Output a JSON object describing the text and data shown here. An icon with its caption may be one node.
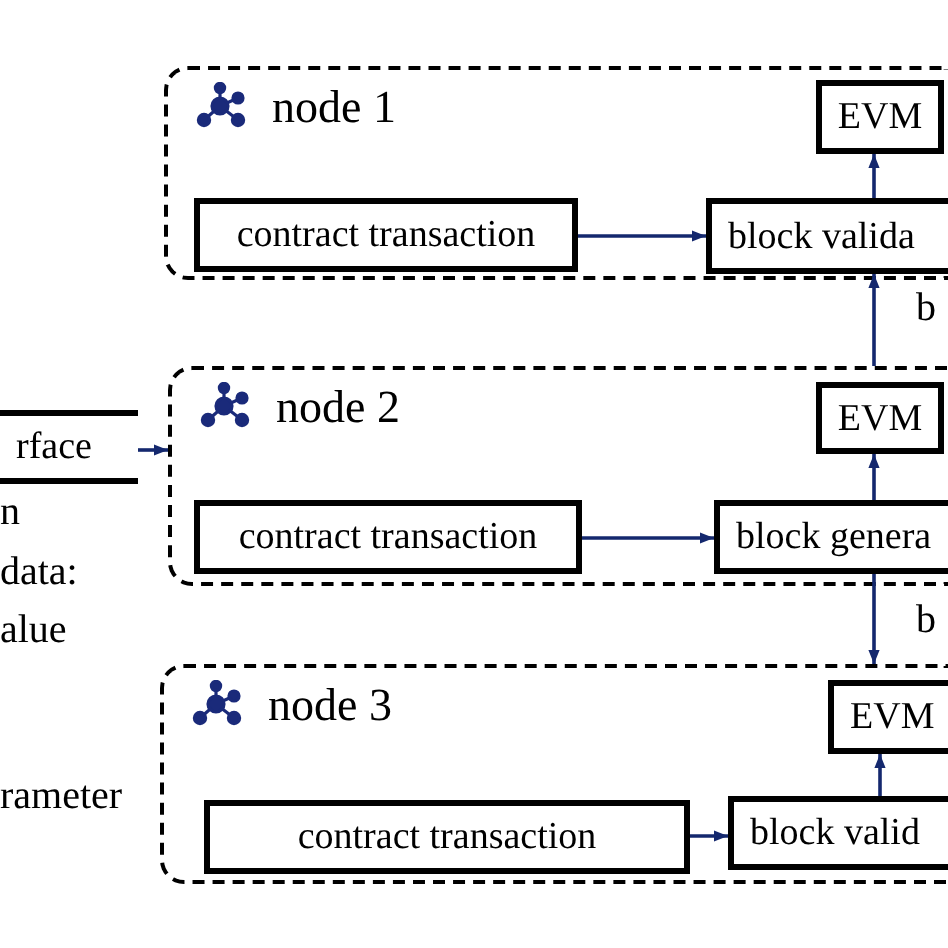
{
  "diagram": {
    "nodes": [
      {
        "text": [
          "node 1"
        ]
      },
      {
        "text": [
          "EVM"
        ],
        "in": 0
      },
      {
        "text": [
          "contract transaction"
        ],
        "in": 0
      },
      {
        "text": [
          "block valida"
        ],
        "in": 0
      },
      {
        "text": [
          "node 2"
        ]
      },
      {
        "text": [
          "EVM"
        ],
        "in": 4
      },
      {
        "text": [
          "contract transaction"
        ],
        "in": 4
      },
      {
        "text": [
          "block genera"
        ],
        "in": 4
      },
      {
        "text": [
          "node 3"
        ]
      },
      {
        "text": [
          "EVM"
        ],
        "in": 8
      },
      {
        "text": [
          "contract transaction"
        ],
        "in": 8
      },
      {
        "text": [
          "block valid"
        ],
        "in": 8
      },
      {
        "text": [
          "rface"
        ]
      }
    ],
    "edges": [
      {
        "from": 2,
        "to": 3,
        "arrow": "to"
      },
      {
        "from": 3,
        "to": 1,
        "arrow": "to"
      },
      {
        "from": 4,
        "to": 3,
        "arrow": "to"
      },
      {
        "from": 6,
        "to": 7,
        "arrow": "to"
      },
      {
        "from": 7,
        "to": 5,
        "arrow": "to"
      },
      {
        "from": 7,
        "to": 8,
        "arrow": "to"
      },
      {
        "from": 10,
        "to": 11,
        "arrow": "to"
      },
      {
        "from": 11,
        "to": 9,
        "arrow": "to"
      },
      {
        "from": 12,
        "to": 4,
        "arrow": "to"
      }
    ],
    "labels": [
      "b",
      "n",
      "data:",
      "b",
      "alue",
      "rameter"
    ]
  }
}
